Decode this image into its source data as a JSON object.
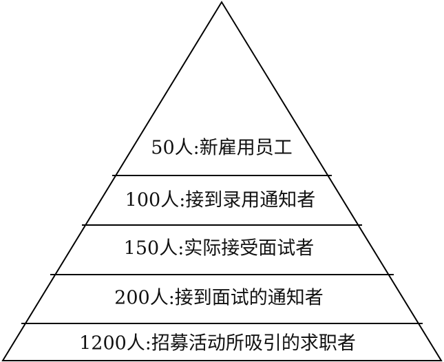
{
  "diagram": {
    "tiers": [
      {
        "label": "50人:新雇用员工"
      },
      {
        "label": "100人:接到录用通知者"
      },
      {
        "label": "150人:实际接受面试者"
      },
      {
        "label": "200人:接到面试的通知者"
      },
      {
        "label": "1200人:招募活动所吸引的求职者"
      }
    ]
  }
}
